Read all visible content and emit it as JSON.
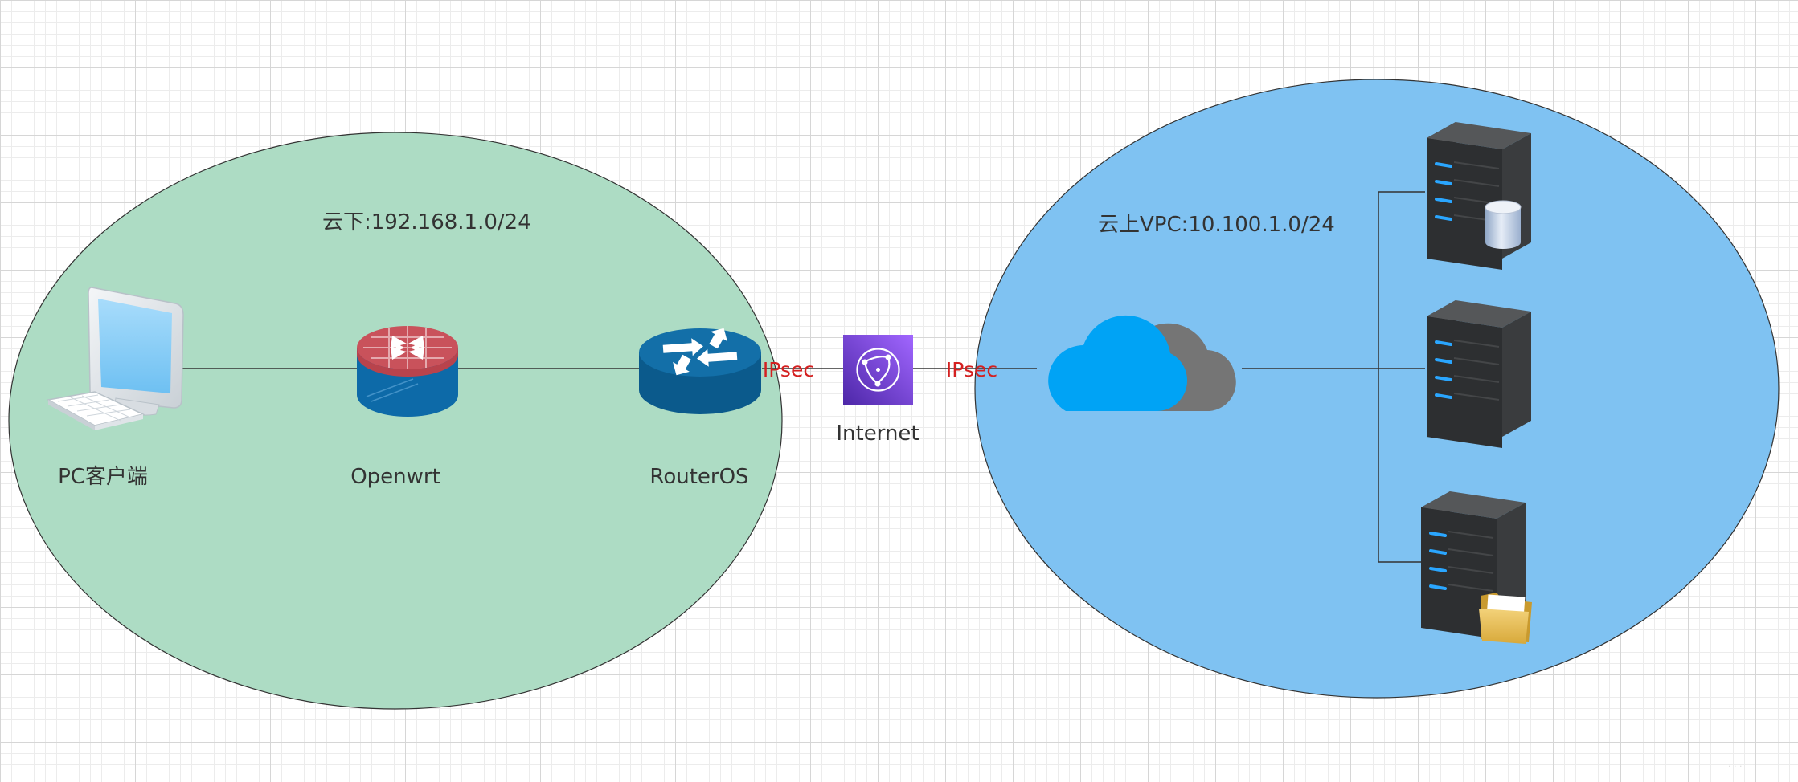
{
  "zones": {
    "on_premise": {
      "label": "云下:192.168.1.0/24",
      "fill": "#addcc4"
    },
    "cloud_vpc": {
      "label": "云上VPC:10.100.1.0/24",
      "fill": "#7fc2f2"
    }
  },
  "nodes": {
    "pc": {
      "label": "PC客户端",
      "icon": "pc-icon"
    },
    "openwrt": {
      "label": "Openwrt",
      "icon": "firewall-router-icon"
    },
    "routeros": {
      "label": "RouterOS",
      "icon": "router-icon"
    },
    "internet": {
      "label": "Internet",
      "icon": "cloudfront-icon"
    },
    "cloud": {
      "icon": "cloud-icon"
    },
    "server_db": {
      "icon": "database-server-icon"
    },
    "server_plain": {
      "icon": "server-icon"
    },
    "server_file": {
      "icon": "file-server-icon"
    }
  },
  "links": {
    "ipsec_left": "IPsec",
    "ipsec_right": "IPsec"
  },
  "colors": {
    "line": "#333333",
    "ipsec_text": "#d42020",
    "label_text": "#333333"
  }
}
